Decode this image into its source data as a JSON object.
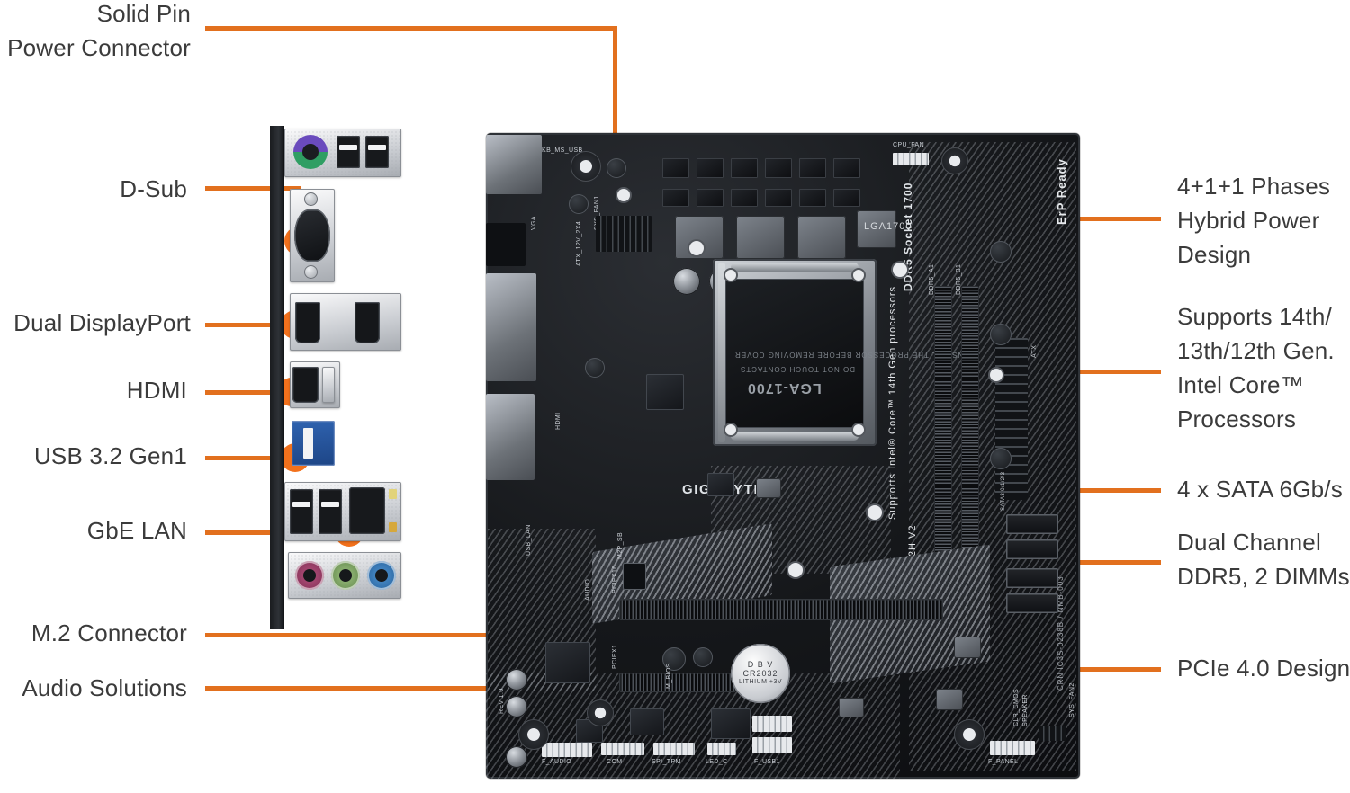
{
  "product": {
    "brand": "GIGABYTE",
    "model": "H610M S2H V2",
    "revision": "REV:1.0",
    "socket_marking": "LGA1700",
    "socket_cover_text": "LGA-1700",
    "socket_side_text": "DDR5  Socket 1700",
    "cpu_support_text": "Supports Intel® Core™ 14th Gen processors",
    "model_side_text": "Supports H610M S2H V2",
    "erp_text": "ErP Ready",
    "cert_code": "CRN IC3S-0238B / NMB-003",
    "battery": {
      "line1": "D B V",
      "line2": "CR2032",
      "line3": "LITHIUM +3V"
    }
  },
  "accent": {
    "orange": "#E2701E",
    "dot": "#F2711C",
    "text": "#3b3b3b"
  },
  "callouts_left": [
    {
      "id": "solid-pin-power-connector",
      "lines": [
        "Solid Pin",
        "Power Connector"
      ]
    },
    {
      "id": "d-sub",
      "lines": [
        "D-Sub"
      ]
    },
    {
      "id": "dual-displayport",
      "lines": [
        "Dual DisplayPort"
      ]
    },
    {
      "id": "hdmi",
      "lines": [
        "HDMI"
      ]
    },
    {
      "id": "usb-32-gen1",
      "lines": [
        "USB 3.2 Gen1"
      ]
    },
    {
      "id": "gbe-lan",
      "lines": [
        "GbE LAN"
      ]
    },
    {
      "id": "m2-connector",
      "lines": [
        "M.2 Connector"
      ]
    },
    {
      "id": "audio-solutions",
      "lines": [
        "Audio Solutions"
      ]
    }
  ],
  "callouts_right": [
    {
      "id": "hybrid-power-design",
      "lines": [
        "4+1+1 Phases",
        "Hybrid Power",
        "Design"
      ]
    },
    {
      "id": "cpu-support",
      "lines": [
        "Supports 14th/",
        "13th/12th Gen.",
        "Intel Core™",
        "Processors"
      ]
    },
    {
      "id": "sata-ports",
      "lines": [
        "4 x SATA 6Gb/s"
      ]
    },
    {
      "id": "memory",
      "lines": [
        "Dual Channel",
        "DDR5, 2 DIMMs"
      ]
    },
    {
      "id": "pcie",
      "lines": [
        "PCIe 4.0 Design"
      ]
    }
  ],
  "silkscreen": {
    "kb_ms_usb": "KB_MS_USB",
    "atx_12v": "ATX_12V_2X4",
    "sys_fan1": "SYS_FAN1",
    "sys_fan2": "SYS_FAN2",
    "cpu_fan": "CPU_FAN",
    "hdmi": "HDMI",
    "vga": "VGA",
    "audio": "AUDIO",
    "lan_usb": "USB_LAN",
    "dimm_a1": "DDR5_A1",
    "dimm_b1": "DDR5_B1",
    "pciex16": "PCIEX16",
    "pciex1": "PCIEX1",
    "m2p_sb": "M2P_SB",
    "f_audio": "F_AUDIO",
    "com": "COM",
    "spi_tpm": "SPI_TPM",
    "led_c": "LED_C",
    "f_usb1": "F_USB1",
    "clr_cmos": "CLR_CMOS",
    "speaker": "SPEAKER",
    "f_panel": "F_PANEL",
    "m_bios": "M_BIOS",
    "sata": "SATA3 0/1/2/3",
    "atx": "ATX"
  },
  "rear_io": {
    "ps2": "PS/2 Combo",
    "usb2_top": [
      "USB 2.0",
      "USB 2.0"
    ],
    "dsub": "D-Sub / VGA",
    "displayport": [
      "DisplayPort",
      "DisplayPort"
    ],
    "hdmi": "HDMI",
    "usb31": "USB 3.2 Gen1",
    "usb2_bottom": [
      "USB 2.0",
      "USB 2.0"
    ],
    "lan": "GbE LAN",
    "audio_jacks": [
      "Mic In",
      "Line Out",
      "Line In"
    ]
  }
}
